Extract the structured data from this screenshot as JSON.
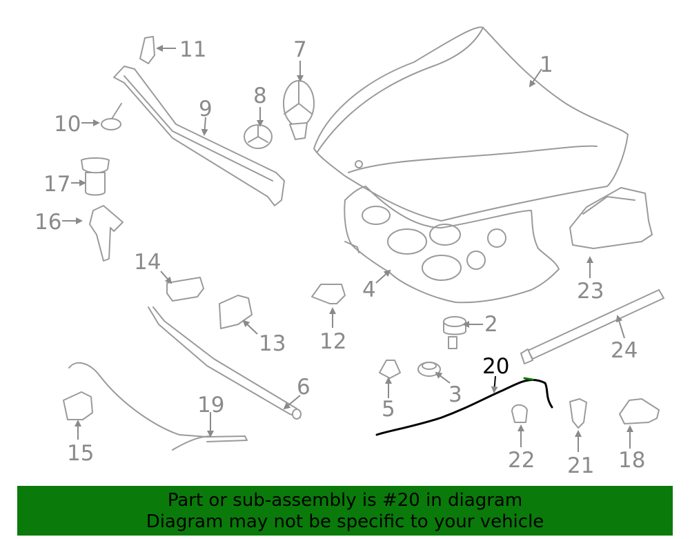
{
  "diagram": {
    "highlight_color": "#0a7a0a",
    "callouts": [
      {
        "id": "1",
        "label": "1"
      },
      {
        "id": "2",
        "label": "2"
      },
      {
        "id": "3",
        "label": "3"
      },
      {
        "id": "4",
        "label": "4"
      },
      {
        "id": "5",
        "label": "5"
      },
      {
        "id": "6",
        "label": "6"
      },
      {
        "id": "7",
        "label": "7"
      },
      {
        "id": "8",
        "label": "8"
      },
      {
        "id": "9",
        "label": "9"
      },
      {
        "id": "10",
        "label": "10"
      },
      {
        "id": "11",
        "label": "11"
      },
      {
        "id": "12",
        "label": "12"
      },
      {
        "id": "13",
        "label": "13"
      },
      {
        "id": "14",
        "label": "14"
      },
      {
        "id": "15",
        "label": "15"
      },
      {
        "id": "16",
        "label": "16"
      },
      {
        "id": "17",
        "label": "17"
      },
      {
        "id": "18",
        "label": "18"
      },
      {
        "id": "19",
        "label": "19"
      },
      {
        "id": "20",
        "label": "20"
      },
      {
        "id": "21",
        "label": "21"
      },
      {
        "id": "22",
        "label": "22"
      },
      {
        "id": "23",
        "label": "23"
      },
      {
        "id": "24",
        "label": "24"
      }
    ]
  },
  "banner": {
    "line1": "Part or sub-assembly is #20 in diagram",
    "line2": "Diagram may not be specific to your vehicle"
  }
}
